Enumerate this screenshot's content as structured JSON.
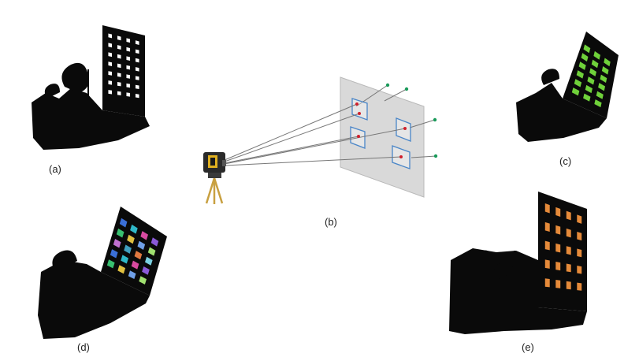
{
  "labels": {
    "a": "(a)",
    "b": "(b)",
    "c": "(c)",
    "d": "(d)",
    "e": "(e)"
  },
  "colors": {
    "point_cloud": "#0a0a0a",
    "window_green": "#6fd13a",
    "window_orange": "#e58a3a",
    "plane_fill": "#d9d9d9",
    "plane_border": "#b9b9b9",
    "window_frame": "#4a86c8",
    "hit_point": "#d0202c",
    "normal_tip": "#1a9a5a",
    "ray": "#777777",
    "scanner_body": "#2a2a2a",
    "scanner_accent": "#e0b020",
    "tripod": "#c8a040"
  },
  "segment_palette": [
    "#3b6fd8",
    "#2fb8c8",
    "#d84aa0",
    "#8a5ad8",
    "#38c070",
    "#e0c040",
    "#6fa0e8",
    "#a0e070",
    "#c070d0",
    "#40a0c0",
    "#e07840",
    "#7ad0e0"
  ],
  "icons": [
    "terrestrial-laser-scanner-icon"
  ]
}
